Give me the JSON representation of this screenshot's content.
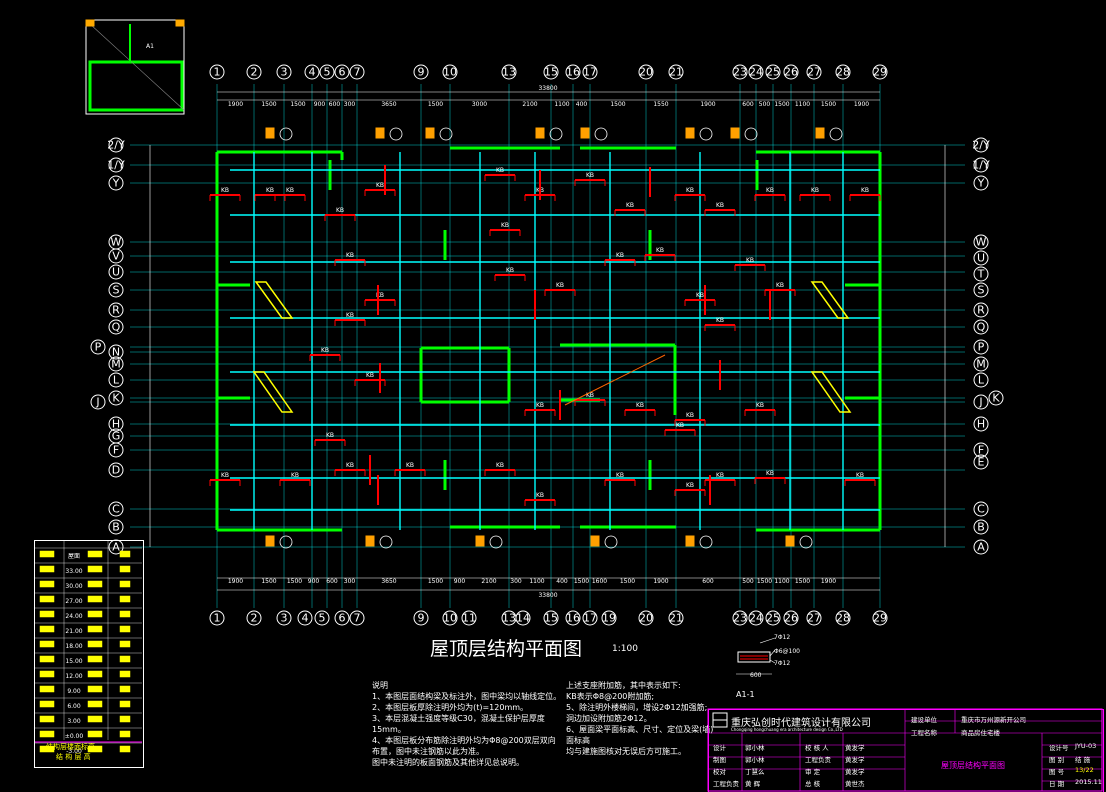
{
  "title": "屋顶层结构平面图",
  "scale": "1:100",
  "axes_top": [
    "1",
    "2",
    "3",
    "4",
    "5",
    "6",
    "7",
    "9",
    "10",
    "13",
    "15",
    "16",
    "17",
    "20",
    "21",
    "23",
    "24",
    "25",
    "26",
    "27",
    "28",
    "29"
  ],
  "axes_bottom": [
    "1",
    "2",
    "3",
    "4",
    "5",
    "6",
    "7",
    "9",
    "10",
    "11",
    "13",
    "14",
    "15",
    "16",
    "17",
    "19",
    "20",
    "21",
    "23",
    "24",
    "25",
    "26",
    "27",
    "28",
    "29"
  ],
  "axes_left": [
    "2/Y",
    "1/Y",
    "Y",
    "W",
    "V",
    "U",
    "S",
    "R",
    "Q",
    "P",
    "N",
    "M",
    "L",
    "K",
    "J",
    "H",
    "G",
    "F",
    "D",
    "C",
    "B",
    "A"
  ],
  "axes_right": [
    "2/Y",
    "1/Y",
    "Y",
    "W",
    "U",
    "T",
    "S",
    "R",
    "Q",
    "P",
    "M",
    "L",
    "J",
    "K",
    "H",
    "F",
    "E",
    "C",
    "B",
    "A"
  ],
  "dims_top": [
    "1900",
    "1500",
    "1500",
    "900",
    "600",
    "300",
    "3650",
    "1500",
    "3000",
    "2100",
    "1100",
    "400",
    "1500",
    "1550",
    "1900",
    "600",
    "500",
    "1500",
    "1100",
    "1500",
    "1900"
  ],
  "dims_bottom": [
    "1900",
    "1500",
    "1500",
    "900",
    "600",
    "300",
    "3650",
    "1500",
    "900",
    "2100",
    "300",
    "1100",
    "400",
    "1500",
    "1600",
    "1500",
    "1900",
    "600",
    "500",
    "1500",
    "1100",
    "1500",
    "1900"
  ],
  "overall_dim": "33800",
  "notes_title": "说明",
  "notes": [
    "1、本图层面结构梁及标注外，图中梁均以轴线定位。",
    "2、本图层板厚除注明外均为(t)=120mm。",
    "3、本层混凝土强度等级C30，混凝土保护层厚度",
    "   15mm。",
    "4、本图层板分布筋除注明外均为Φ8@200双层双向",
    "   布置，图中未注钢筋以此为准。",
    "   图中未注明的板面钢筋及其他详见总说明。"
  ],
  "notes_right": [
    "上述支座附加筋，其中表示如下:",
    "KB表示Φ8@200附加筋;",
    "5、除注明外楼梯间，增设2Φ12加强筋;",
    "   洞边加设附加筋2Φ12。",
    "6、屋面梁平面标高、尺寸、定位及梁(墙)面标高",
    "   均与建施图核对无误后方可施工。"
  ],
  "section_label": "A1-1",
  "section_dims": {
    "top": "7Φ12",
    "mid": "Φ6@100",
    "bot": "7Φ12",
    "width": "600"
  },
  "company": "重庆弘创时代建筑设计有限公司",
  "company_en": "Chongqing hongchuang era architecture design Co.,LTD",
  "title_block": {
    "client_label": "建设单位",
    "client": "重庆市万州源新开公司",
    "project_label": "工程名称",
    "project": "商品房住宅楼",
    "drawing_title": "屋顶层结构平面图",
    "rows": [
      [
        "设计",
        "郭小林",
        "校 核 人",
        "黄发学"
      ],
      [
        "制图",
        "郭小林",
        "工程负责",
        "黄发学"
      ],
      [
        "校对",
        "丁慧么",
        "审 定",
        "黄发学"
      ],
      [
        "工程负责",
        "黄 辉",
        "总 核",
        "黄世杰"
      ]
    ],
    "right_rows": [
      [
        "设计号",
        "JYU-03"
      ],
      [
        "图 别",
        "结 施"
      ],
      [
        "图 号",
        "13/22"
      ],
      [
        "日 期",
        "2015.11"
      ]
    ]
  },
  "legend_caption_1": "结构层楼面标高",
  "legend_caption_2": "结 构 层 高",
  "legend_rows": [
    "屋面",
    "33.00",
    "30.00",
    "27.00",
    "24.00",
    "21.00",
    "18.00",
    "15.00",
    "12.00",
    "9.00",
    "6.00",
    "3.00",
    "±0.00",
    "-3.00"
  ],
  "colors": {
    "wall": "#00ff00",
    "beam": "#00ffff",
    "rebar": "#ff0000",
    "text": "#ffffff",
    "accent": "#ffff00",
    "frame": "#ff00ff"
  }
}
